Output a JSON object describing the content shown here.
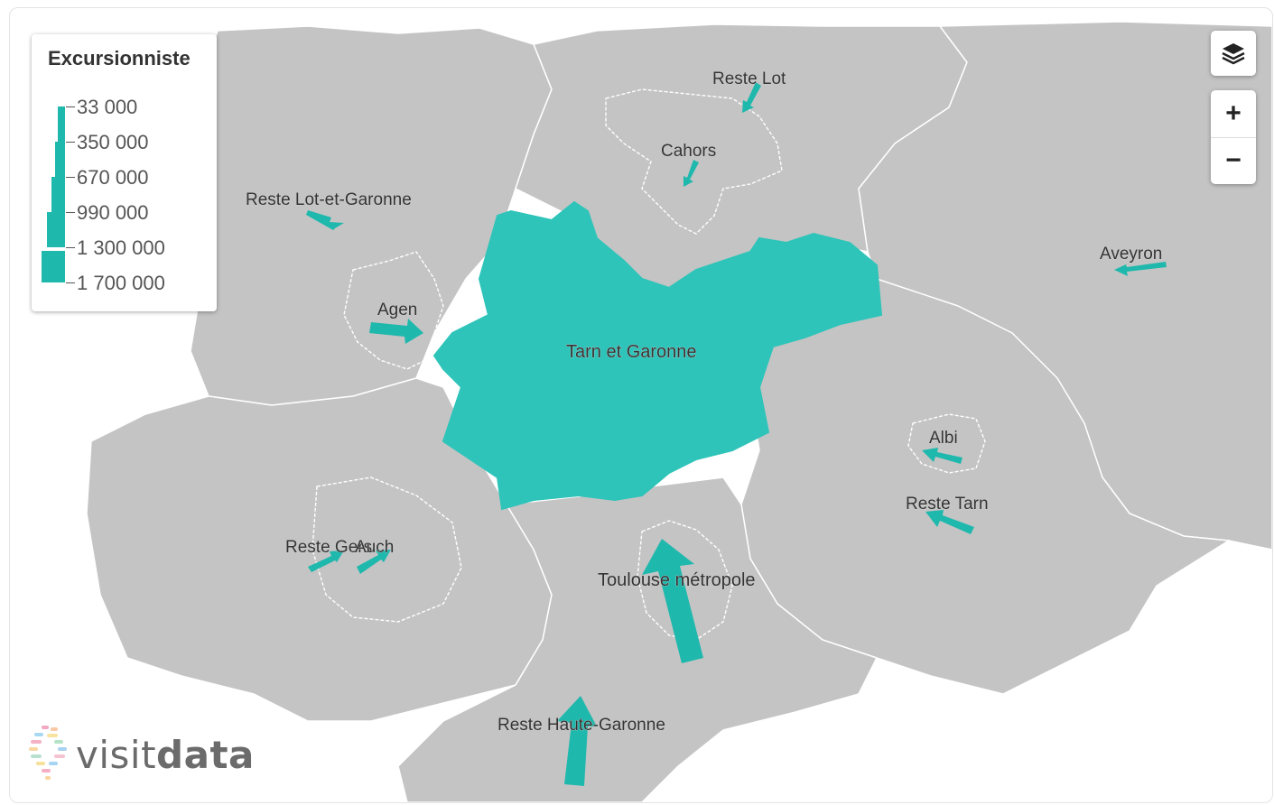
{
  "legend": {
    "title": "Excursionniste",
    "values": [
      "33 000",
      "350 000",
      "670 000",
      "990 000",
      "1 300 000",
      "1 700 000"
    ]
  },
  "places": {
    "reste_lot": "Reste Lot",
    "cahors": "Cahors",
    "reste_lot_et_garonne": "Reste Lot-et-Garonne",
    "aveyron": "Aveyron",
    "agen": "Agen",
    "tarn_et_garonne": "Tarn et Garonne",
    "albi": "Albi",
    "reste_tarn": "Reste Tarn",
    "reste_gers": "Reste Gers",
    "auch": "Auch",
    "toulouse_metropole": "Toulouse métropole",
    "reste_haute_garonne": "Reste Haute-Garonne"
  },
  "controls": {
    "zoom_in": "+",
    "zoom_out": "−",
    "layers_icon": "layers-icon"
  },
  "logo": {
    "light": "visit",
    "bold": "data"
  },
  "colors": {
    "flow": "#1fb8ad",
    "highlight": "#2ec4b9",
    "land": "#c4c4c4"
  }
}
